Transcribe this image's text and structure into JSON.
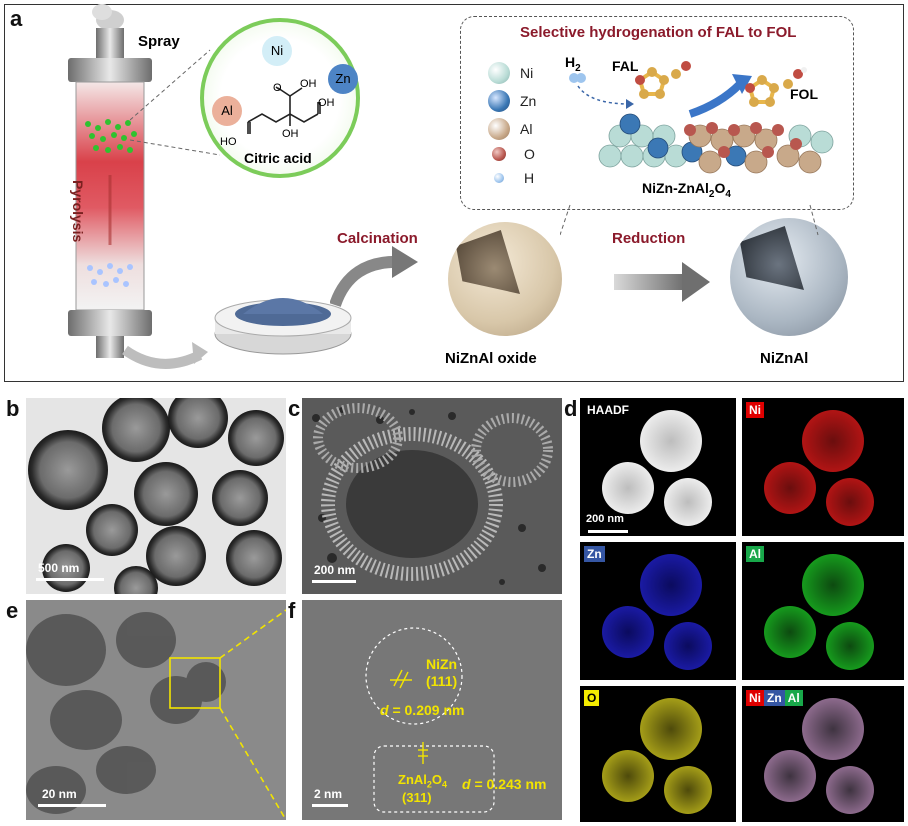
{
  "panel_letters": {
    "a": "a",
    "b": "b",
    "c": "c",
    "d": "d",
    "e": "e",
    "f": "f"
  },
  "panel_a": {
    "spray": "Spray",
    "pyrolysis": "Pyrolysis",
    "citric_acid": "Citric acid",
    "ions": {
      "ni": "Ni",
      "zn": "Zn",
      "al": "Al"
    },
    "oh": "OH",
    "ho": "HO",
    "o": "O",
    "calcination": "Calcination",
    "reduction": "Reduction",
    "oxide_label": "NiZnAl oxide",
    "final_label": "NiZnAl",
    "inset_title": "Selective hydrogenation of FAL to FOL",
    "h2": "H",
    "h2_sub": "2",
    "fal": "FAL",
    "fol": "FOL",
    "catalyst": "NiZn-ZnAl",
    "catalyst_sub": "2",
    "catalyst_o": "O",
    "catalyst_sub2": "4",
    "legend": [
      {
        "label": "Ni",
        "color": "#b9dcd6"
      },
      {
        "label": "Zn",
        "color": "#3b78b5"
      },
      {
        "label": "Al",
        "color": "#c8a98a"
      },
      {
        "label": "O",
        "color": "#b8574f"
      },
      {
        "label": "H",
        "color": "#9ec5ee"
      }
    ]
  },
  "panel_b": {
    "scale": "500 nm"
  },
  "panel_c": {
    "scale": "200 nm"
  },
  "panel_d": {
    "haadf": "HAADF",
    "scale": "200 nm",
    "ni": "Ni",
    "zn": "Zn",
    "al": "Al",
    "o": "O",
    "overlay": {
      "ni": "Ni",
      "zn": "Zn",
      "al": "Al"
    }
  },
  "panel_e": {
    "scale": "20 nm"
  },
  "panel_f": {
    "scale": "2 nm",
    "nizn": "NiZn",
    "nizn_plane": "(111)",
    "d1": "d",
    "d1_val": " = 0.209 nm",
    "spinel": "ZnAl",
    "spinel_sub1": "2",
    "spinel_o": "O",
    "spinel_sub2": "4",
    "spinel_plane": "(311)",
    "d2": "d",
    "d2_val": " = 0.243 nm"
  }
}
